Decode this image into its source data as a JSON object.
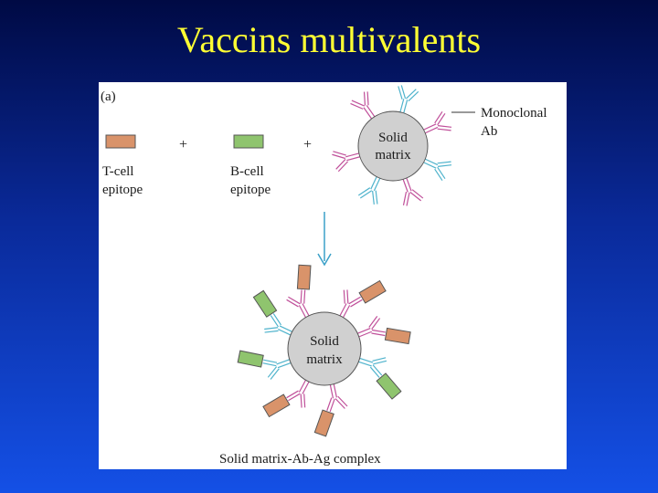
{
  "slide": {
    "title": "Vaccins multivalents"
  },
  "figure": {
    "panel_label": "(a)",
    "t_cell_label_1": "T-cell",
    "t_cell_label_2": "epitope",
    "b_cell_label_1": "B-cell",
    "b_cell_label_2": "epitope",
    "plus_1": "+",
    "plus_2": "+",
    "matrix_top_1": "Solid",
    "matrix_top_2": "matrix",
    "antibody_label_1": "Monoclonal",
    "antibody_label_2": "Ab",
    "matrix_bottom_1": "Solid",
    "matrix_bottom_2": "matrix",
    "complex_label": "Solid matrix-Ab-Ag complex",
    "colors": {
      "t_cell_epitope": "#d9936a",
      "b_cell_epitope": "#8fc46e",
      "antibody_magenta": "#c0509a",
      "antibody_cyan": "#4fb3cc",
      "matrix_fill": "#d0d0d0",
      "arrow": "#3aa0c8"
    }
  }
}
